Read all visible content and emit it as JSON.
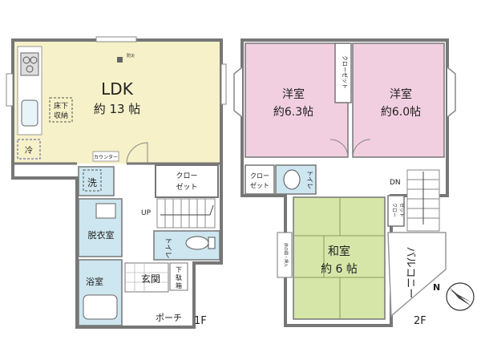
{
  "floor1": {
    "ldk": {
      "name": "LDK",
      "size": "約 13 帖",
      "underfloor": [
        "床下",
        "収納"
      ],
      "fridge": "冷",
      "counter": "カウンター",
      "smoke_detector": "防災"
    },
    "wash": "洗",
    "closet": [
      "クロー",
      "ゼット"
    ],
    "up": "UP",
    "dressing": "脱衣室",
    "toilet": "トイレ",
    "bath": "浴室",
    "entrance": "玄関",
    "shoe_box": [
      "下",
      "駄",
      "箱"
    ],
    "porch": "ポーチ",
    "floor_label": "1F"
  },
  "floor2": {
    "room_a": {
      "name": "洋室",
      "size": "約6.3帖"
    },
    "room_b": {
      "name": "洋室",
      "size": "約6.0帖"
    },
    "closet_vertical": "クローゼット",
    "closet_small": [
      "クロー",
      "ゼット"
    ],
    "toilet": "トイレ",
    "dn": "DN",
    "closet_small2": [
      "クロー",
      "ゼット"
    ],
    "washitsu": {
      "name": "和室",
      "size": "約 6 帖"
    },
    "tokonoma": "床の間・押入",
    "balcony": "バルコニー",
    "floor_label": "2F"
  },
  "compass": "N",
  "colors": {
    "ldk": "#f6f1c8",
    "western": "#f2cfe0",
    "japanese": "#d6e6a8",
    "water": "#cde6ef",
    "wall": "#777777"
  }
}
